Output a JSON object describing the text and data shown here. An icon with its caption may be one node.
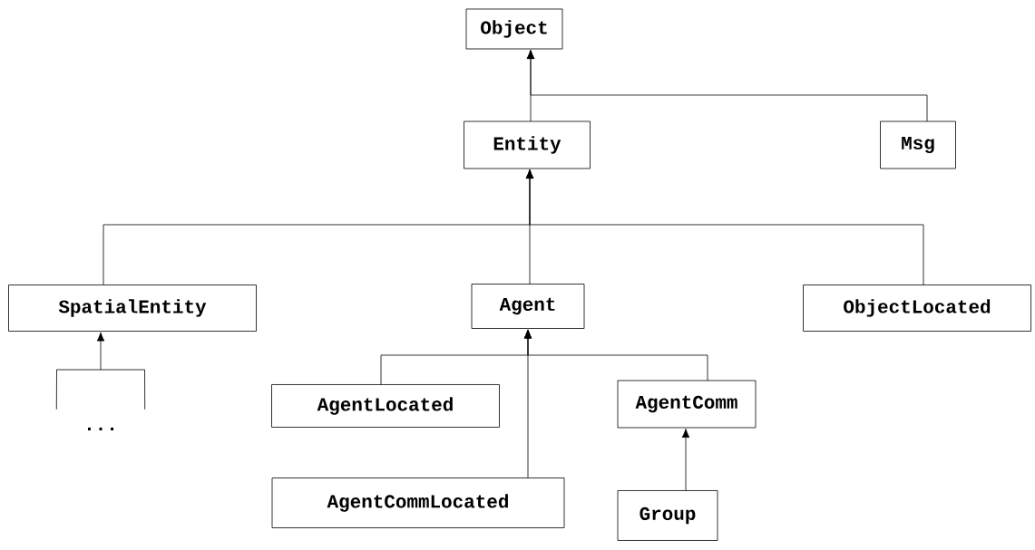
{
  "diagram": {
    "nodes": [
      {
        "text": [
          "Object"
        ]
      },
      {
        "text": [
          "Entity"
        ]
      },
      {
        "text": [
          "Msg"
        ]
      },
      {
        "text": [
          "SpatialEntity"
        ]
      },
      {
        "text": [
          "Agent"
        ]
      },
      {
        "text": [
          "ObjectLocated"
        ]
      },
      {
        "text": [
          "AgentLocated"
        ]
      },
      {
        "text": [
          "AgentComm"
        ]
      },
      {
        "text": [
          "AgentCommLocated"
        ]
      },
      {
        "text": [
          "Group"
        ]
      },
      {
        "text": [
          "..."
        ]
      }
    ],
    "edges": [
      {
        "from": 1,
        "to": 0,
        "arrow": "to"
      },
      {
        "from": 2,
        "to": 0,
        "arrow": "to"
      },
      {
        "from": 3,
        "to": 1,
        "arrow": "to"
      },
      {
        "from": 4,
        "to": 1,
        "arrow": "to"
      },
      {
        "from": 5,
        "to": 1,
        "arrow": "to"
      },
      {
        "from": 6,
        "to": 4,
        "arrow": "to"
      },
      {
        "from": 7,
        "to": 4,
        "arrow": "to"
      },
      {
        "from": 8,
        "to": 4,
        "arrow": "to"
      },
      {
        "from": 9,
        "to": 7,
        "arrow": "to"
      },
      {
        "from": 10,
        "to": 3,
        "arrow": "to"
      }
    ]
  }
}
